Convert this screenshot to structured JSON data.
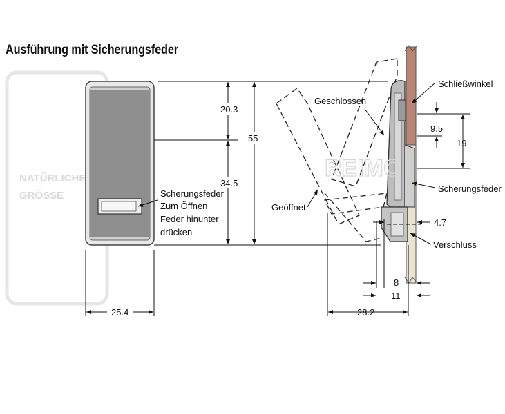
{
  "title": "Ausführung mit Sicherungsfeder",
  "watermark": {
    "line1": "NATÜRLICHE",
    "line2": "GRÖSSE",
    "brand": "REIMO"
  },
  "front_view": {
    "label_lines": [
      "Scherungsfeder",
      "Zum Öffnen",
      "Feder hinunter",
      "drücken"
    ],
    "dimensions": {
      "top_part": "20.3",
      "total_height": "55",
      "bottom_part": "34.5",
      "width": "25.4"
    }
  },
  "side_view": {
    "labels": {
      "closed": "Geschlossen",
      "opened": "Geöffnet",
      "bracket": "Schließwinkel",
      "spring": "Scherungsfeder",
      "lock": "Verschluss"
    },
    "dimensions": {
      "d1": "9.5",
      "d2": "19",
      "d3": "4.7",
      "d4": "8",
      "d5": "11",
      "d6": "28.2"
    }
  }
}
